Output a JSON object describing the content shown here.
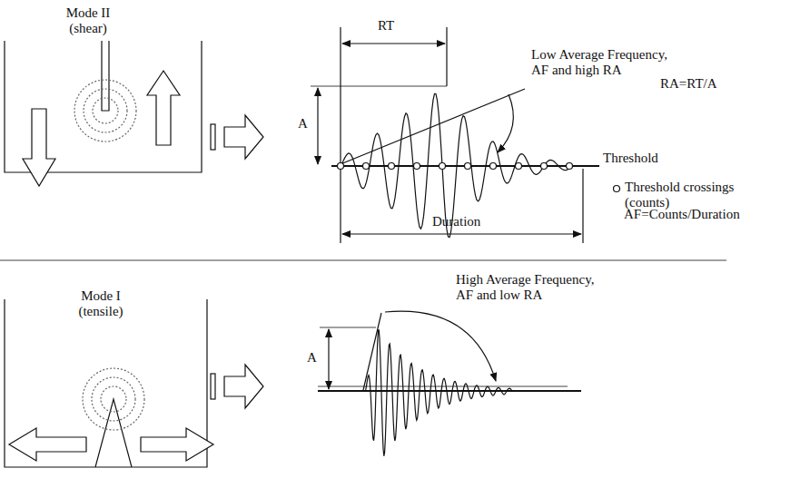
{
  "diagram": {
    "labels": [
      "Mode II (shear)",
      "RT",
      "A",
      "Low Average Frequency, AF and high RA",
      "RA=RT/A",
      "Threshold",
      "Threshold crossings (counts)",
      "AF=Counts/Duration",
      "Duration",
      "Mode I (tensile)",
      "A",
      "High Average Frequency, AF and low RA"
    ]
  }
}
